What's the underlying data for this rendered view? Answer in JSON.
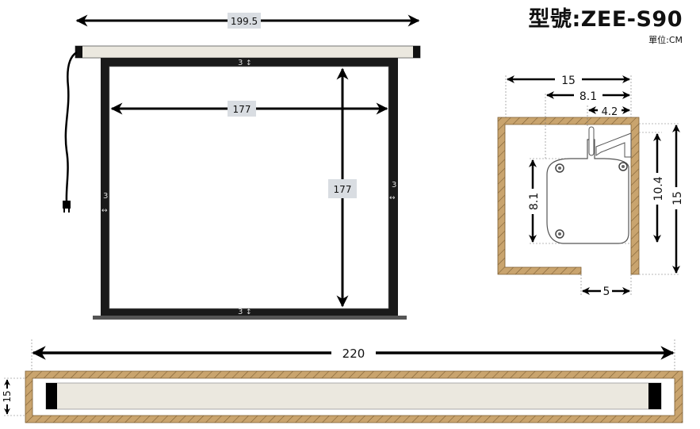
{
  "header": {
    "model_title": "型號:ZEE-S90",
    "unit_label": "單位:CM"
  },
  "front_view": {
    "housing_width": "199.5",
    "screen_width": "177",
    "screen_height": "177",
    "border_top": "3",
    "border_bottom": "3",
    "border_left": "3",
    "border_right": "3"
  },
  "side_section": {
    "cavity_width": "15",
    "bracket_offset": "8.1",
    "bracket_depth": "4.2",
    "housing_height": "8.1",
    "drop_height": "10.4",
    "cavity_height": "15",
    "opening_width": "5"
  },
  "top_section": {
    "total_length": "220",
    "cavity_depth": "15"
  },
  "colors": {
    "wood": "#c9a46e",
    "hatch": "#8a6a3c",
    "frame": "#1a1a1a",
    "housing": "#ebe8df",
    "label_bg": "#d9dde2"
  }
}
